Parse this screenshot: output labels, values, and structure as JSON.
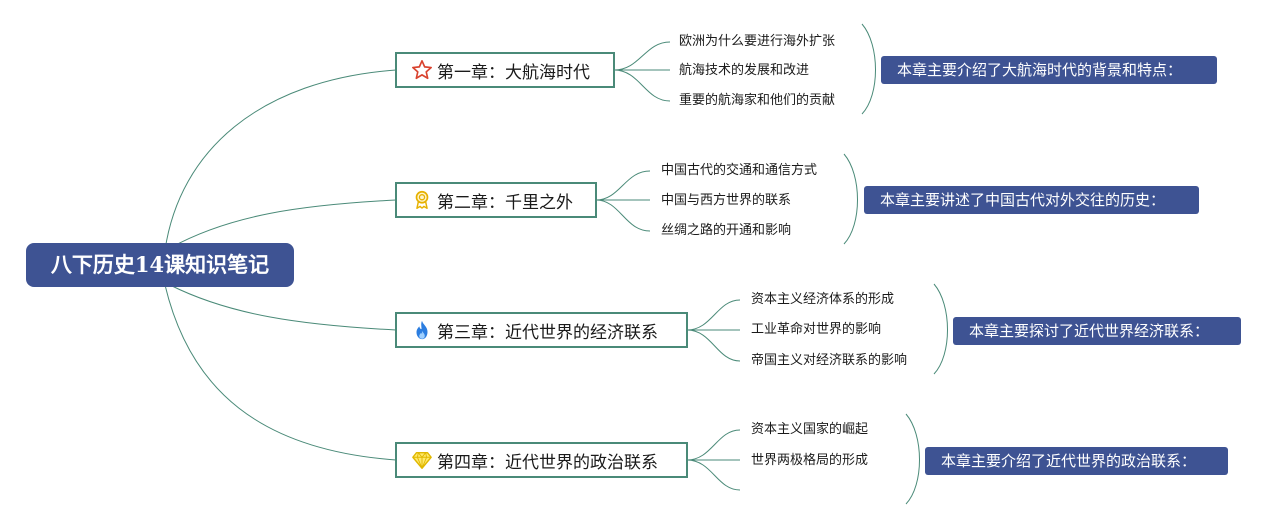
{
  "root": {
    "title": "八下历史14课知识笔记"
  },
  "colors": {
    "root_bg": "#3e5393",
    "summary_bg": "#3e5393",
    "connector": "#4a8a78",
    "chapter_border": "#4a8a78"
  },
  "chapters": [
    {
      "title": "第一章：大航海时代",
      "icon": "star-icon",
      "points": [
        "欧洲为什么要进行海外扩张",
        "航海技术的发展和改进",
        "重要的航海家和他们的贡献"
      ],
      "summary": "本章主要介绍了大航海时代的背景和特点："
    },
    {
      "title": "第二章：千里之外",
      "icon": "award-ribbon-icon",
      "points": [
        "中国古代的交通和通信方式",
        "中国与西方世界的联系",
        "丝绸之路的开通和影响"
      ],
      "summary": "本章主要讲述了中国古代对外交往的历史："
    },
    {
      "title": "第三章：近代世界的经济联系",
      "icon": "flame-icon",
      "points": [
        "资本主义经济体系的形成",
        "工业革命对世界的影响",
        "帝国主义对经济联系的影响"
      ],
      "summary": "本章主要探讨了近代世界经济联系："
    },
    {
      "title": "第四章：近代世界的政治联系",
      "icon": "diamond-icon",
      "points": [
        "资本主义国家的崛起",
        "世界两极格局的形成",
        ""
      ],
      "summary": "本章主要介绍了近代世界的政治联系："
    }
  ]
}
